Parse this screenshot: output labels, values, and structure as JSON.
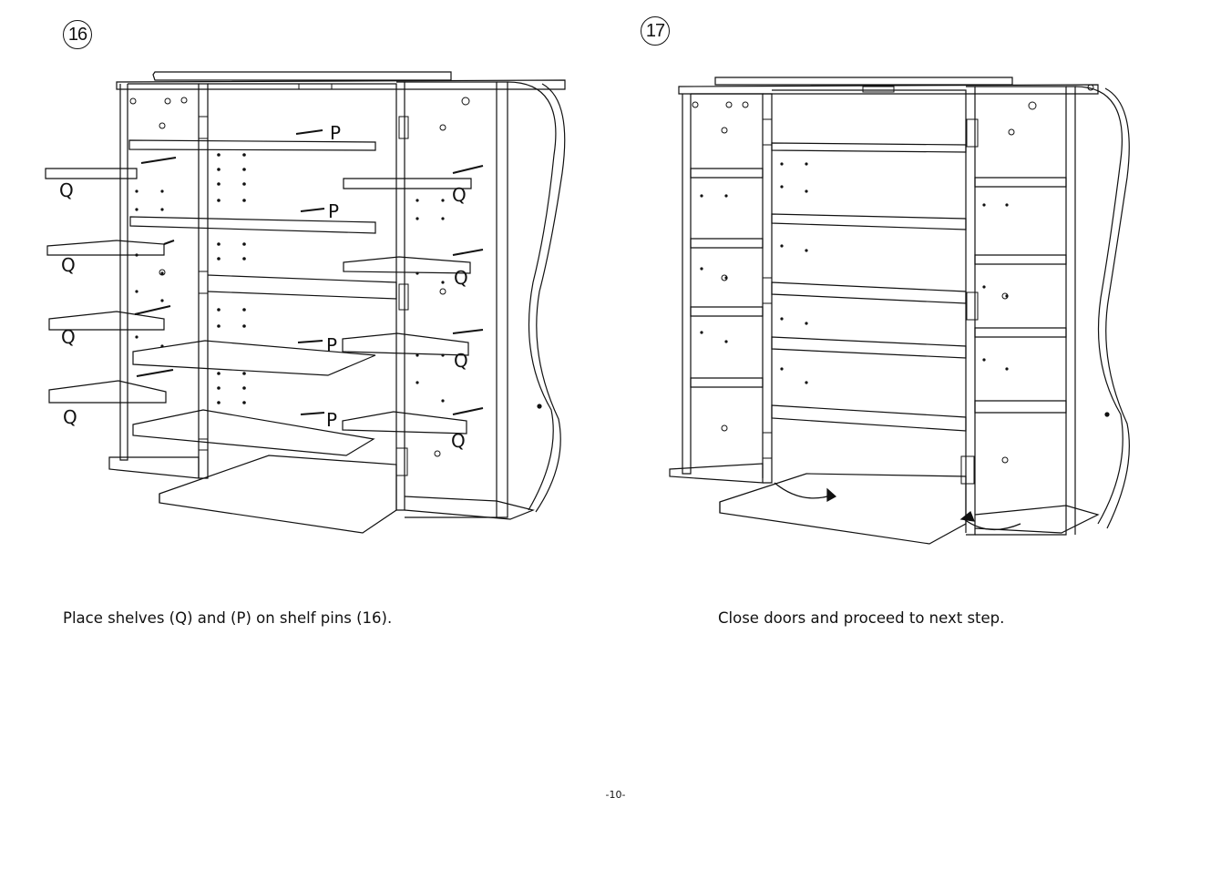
{
  "steps": [
    {
      "number": "16",
      "caption": "Place shelves (Q) and (P) on shelf pins (16).",
      "labels": {
        "p": "P",
        "q": "Q"
      }
    },
    {
      "number": "17",
      "caption": "Close doors and proceed to next step."
    }
  ],
  "page_number": "-10-"
}
